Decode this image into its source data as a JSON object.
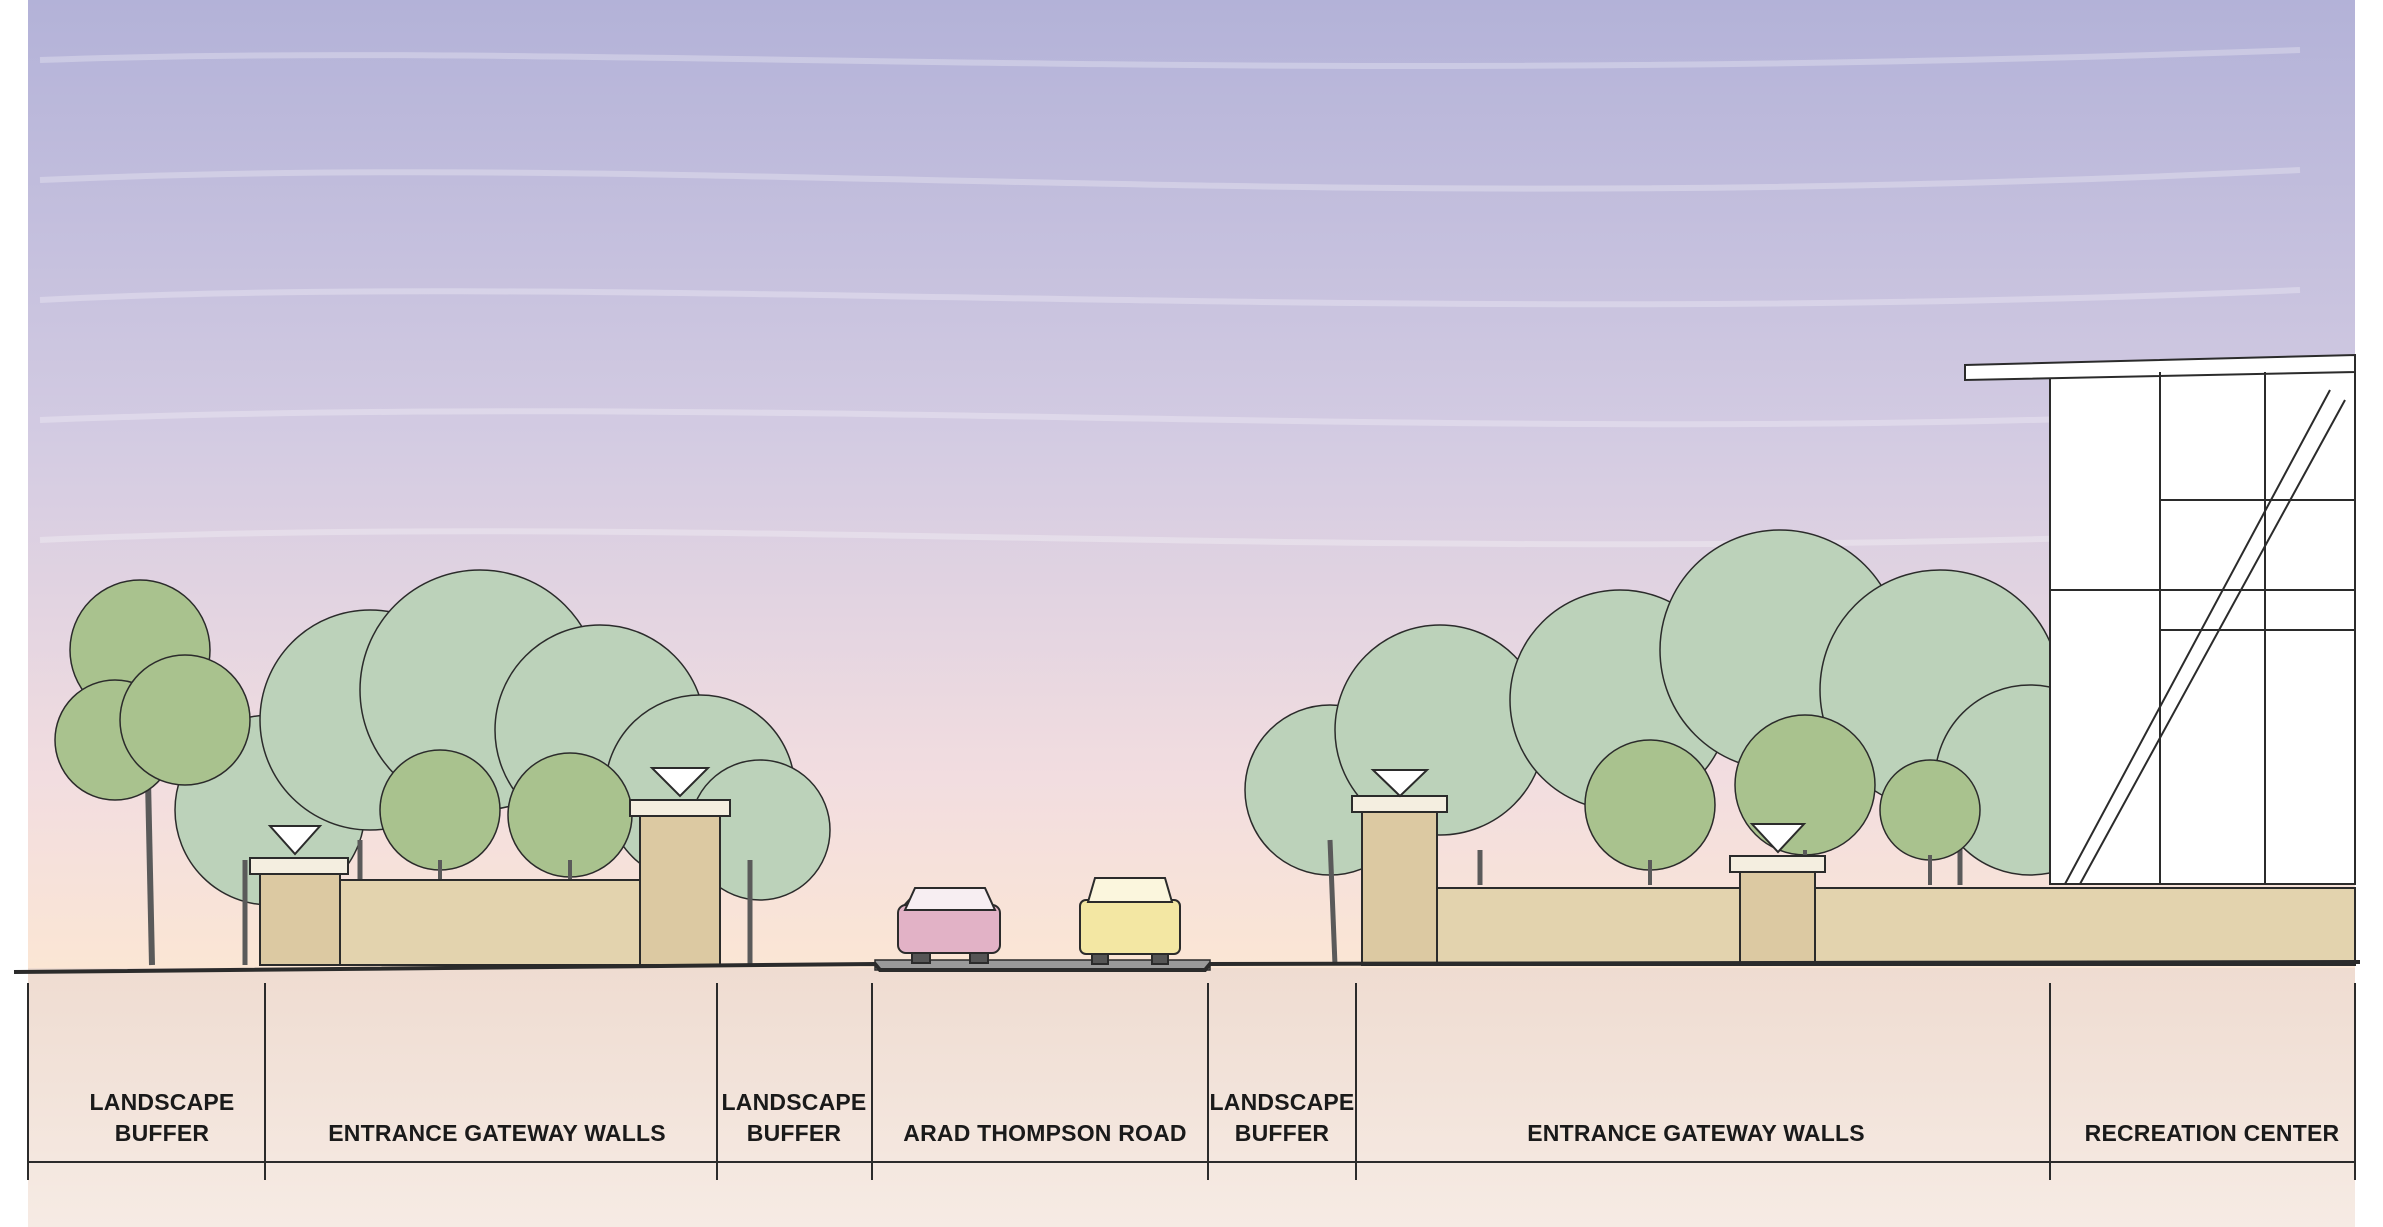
{
  "sections": [
    {
      "id": "landscape-buffer-1",
      "lines": [
        "LANDSCAPE",
        "BUFFER"
      ]
    },
    {
      "id": "entrance-gateway-walls-1",
      "lines": [
        "ENTRANCE GATEWAY WALLS"
      ]
    },
    {
      "id": "landscape-buffer-2",
      "lines": [
        "LANDSCAPE",
        "BUFFER"
      ]
    },
    {
      "id": "arad-thompson-road",
      "lines": [
        "ARAD THOMPSON ROAD"
      ]
    },
    {
      "id": "landscape-buffer-3",
      "lines": [
        "LANDSCAPE",
        "BUFFER"
      ]
    },
    {
      "id": "entrance-gateway-walls-2",
      "lines": [
        "ENTRANCE GATEWAY WALLS"
      ]
    },
    {
      "id": "recreation-center",
      "lines": [
        "RECREATION CENTER"
      ]
    }
  ],
  "colors": {
    "sky_top": "#b3b2d8",
    "sky_mid": "#dcd3e5",
    "sky_bottom": "#fbe4d6",
    "ground": "#f1dfd4",
    "tree_light": "#b8cfb5",
    "tree_dark": "#9fbb86",
    "wall": "#e3d3ae",
    "outline": "#2b2b2b",
    "car_pink": "#e2b2c6",
    "car_yellow": "#f3e7a3"
  }
}
